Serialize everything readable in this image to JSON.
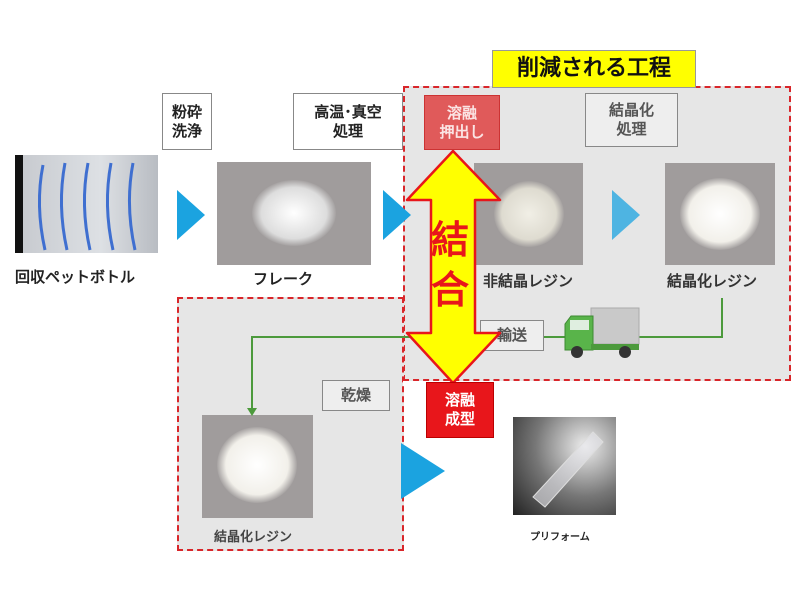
{
  "title": "削減される工程",
  "steps": {
    "crush_wash": "粉砕\n洗浄",
    "high_temp_vacuum": "高温･真空\n処理",
    "melt_extrude": "溶融\n押出し",
    "crystallize": "結晶化\n処理",
    "transport": "輸送",
    "dry": "乾燥",
    "melt_mold": "溶融\n成型"
  },
  "items": {
    "bottles": "回収ペットボトル",
    "flake": "フレーク",
    "amorphous_resin": "非結晶レジン",
    "crystal_resin": "結晶化レジン",
    "crystal_resin_2": "結晶化レジン",
    "preform": "プリフォーム"
  },
  "combine_label": "結\n合",
  "colors": {
    "dash": "#d9262a",
    "arrow": "#1ba3e0",
    "yellow": "#ffff00",
    "red": "#e8161b",
    "green": "#4c9a3c"
  }
}
